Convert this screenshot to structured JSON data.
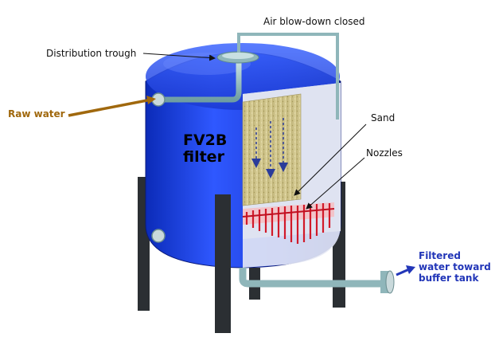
{
  "labels": {
    "air_blowdown": "Air blow-down closed",
    "distribution_trough": "Distribution trough",
    "raw_water": "Raw water",
    "sand": "Sand",
    "nozzles": "Nozzles",
    "tank_name_line1": "FV2B",
    "tank_name_line2": "filter",
    "filtered_line1": "Filtered",
    "filtered_line2": "water toward",
    "filtered_line3": "buffer tank"
  },
  "colors": {
    "tank_blue": "#1f3fd9",
    "tank_dark": "#0c1f8a",
    "sand": "#cfc488",
    "pipe": "#9fc6c9",
    "legs": "#2b2f33",
    "nozzles": "#d11a2a",
    "raw_water_arrow": "#a0680d",
    "filtered_arrow": "#2236b8"
  }
}
